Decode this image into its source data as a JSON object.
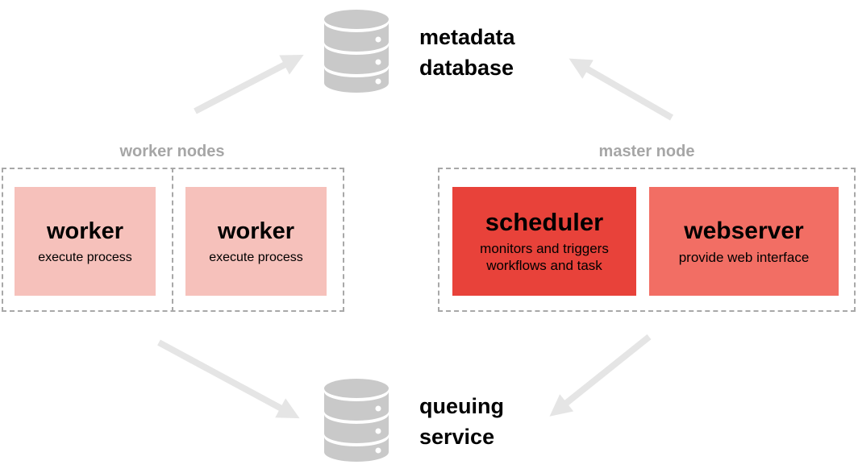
{
  "colors": {
    "worker_box": "#f6c1bb",
    "scheduler_box": "#e8423a",
    "webserver_box": "#f26e64",
    "group_label": "#a6a6a6",
    "dashed_border": "#a8a8a8",
    "arrow": "#e5e5e5",
    "database_icon": "#c9c9c9",
    "text": "#000000"
  },
  "nodes": {
    "metadata_database": {
      "line1": "metadata",
      "line2": "database",
      "icon": "database-cylinder-icon"
    },
    "queuing_service": {
      "line1": "queuing",
      "line2": "service",
      "icon": "database-cylinder-icon"
    }
  },
  "groups": {
    "worker_nodes": {
      "label": "worker nodes",
      "boxes": [
        {
          "title": "worker",
          "subtitle": "execute process"
        },
        {
          "title": "worker",
          "subtitle": "execute process"
        }
      ]
    },
    "master_node": {
      "label": "master node",
      "boxes": [
        {
          "title": "scheduler",
          "subtitle_line1": "monitors and triggers",
          "subtitle_line2": "workflows and task"
        },
        {
          "title": "webserver",
          "subtitle": "provide web interface"
        }
      ]
    }
  },
  "arrows": [
    {
      "from": "worker nodes",
      "to": "metadata database"
    },
    {
      "from": "master node",
      "to": "metadata database"
    },
    {
      "from": "worker nodes",
      "to": "queuing service"
    },
    {
      "from": "master node",
      "to": "queuing service"
    }
  ]
}
